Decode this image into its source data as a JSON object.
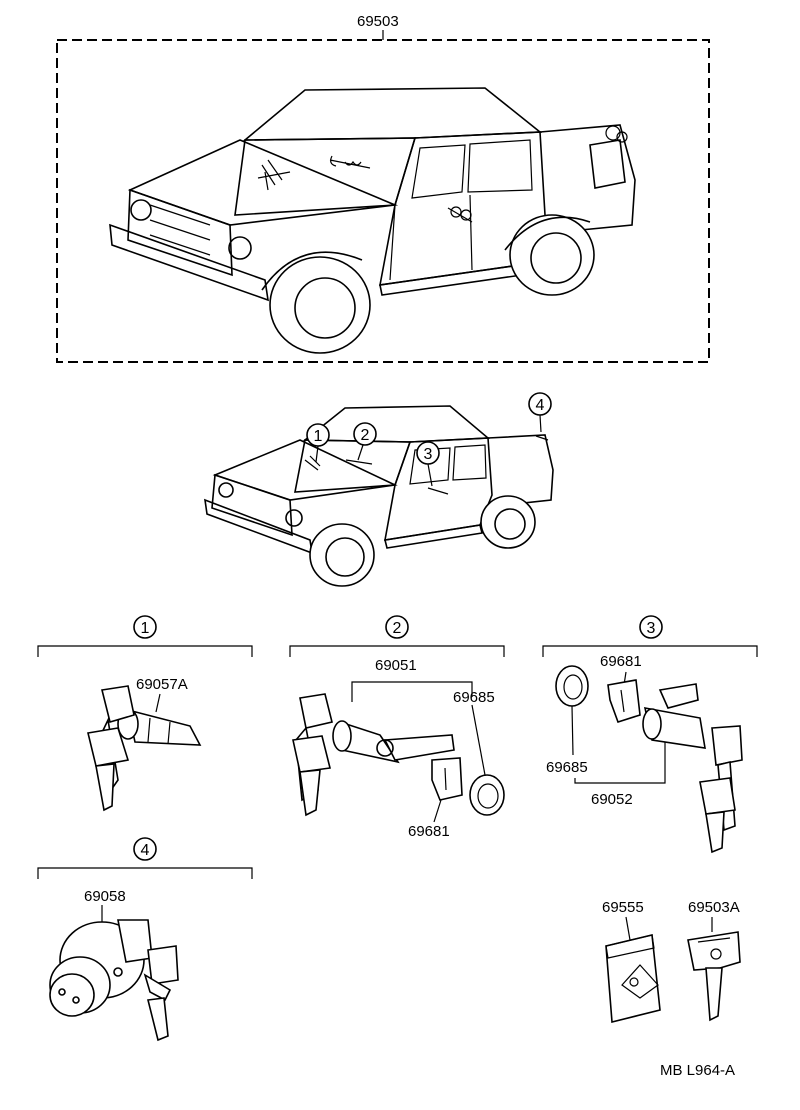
{
  "labels": {
    "kit_part": "69503",
    "cyl1_part": "69057A",
    "cyl2_part": "69051",
    "cyl2_ring": "69685",
    "cyl2_clip": "69681",
    "cyl3_clip": "69681",
    "cyl3_ring": "69685",
    "cyl3_part": "69052",
    "cyl4_part": "69058",
    "key_case": "69555",
    "key_blank": "69503A",
    "footer_code": "MB  L964-A"
  },
  "callouts": {
    "c1": "1",
    "c2": "2",
    "c3": "3",
    "c4": "4"
  },
  "sections": {
    "s1": "1",
    "s2": "2",
    "s3": "3",
    "s4": "4"
  }
}
